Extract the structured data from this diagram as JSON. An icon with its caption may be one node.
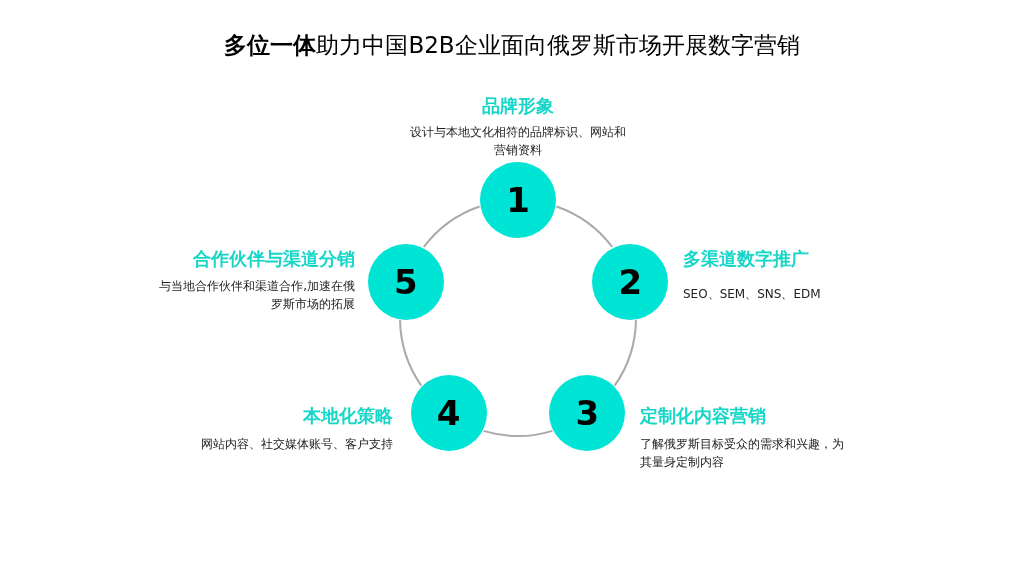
{
  "diagram": {
    "title": "**多位一体**助力中国B2B企业面向俄罗斯市场开展数字营销",
    "nodes": [
      {
        "text": [
          "1"
        ],
        "beside": [
          "品牌形象",
          "设计与本地文化相符的品牌标识、网站和营销资料"
        ]
      },
      {
        "text": [
          "2"
        ],
        "beside": [
          "多渠道数字推广",
          "SEO、SEM、SNS、EDM"
        ]
      },
      {
        "text": [
          "3"
        ],
        "beside": [
          "定制化内容营销",
          "了解俄罗斯目标受众的需求和兴趣，为其量身定制内容"
        ]
      },
      {
        "text": [
          "4"
        ],
        "beside": [
          "本地化策略",
          "网站内容、社交媒体账号、客户支持"
        ]
      },
      {
        "text": [
          "5"
        ],
        "beside": [
          "合作伙伴与渠道分销",
          "与当地合作伙伴和渠道合作,加速在俄罗斯市场的拓展"
        ]
      }
    ],
    "edges": [
      {
        "from": 0,
        "to": 1,
        "arrow": "none"
      },
      {
        "from": 1,
        "to": 2,
        "arrow": "none"
      },
      {
        "from": 2,
        "to": 3,
        "arrow": "none"
      },
      {
        "from": 3,
        "to": 4,
        "arrow": "none"
      },
      {
        "from": 4,
        "to": 0,
        "arrow": "none"
      }
    ]
  }
}
